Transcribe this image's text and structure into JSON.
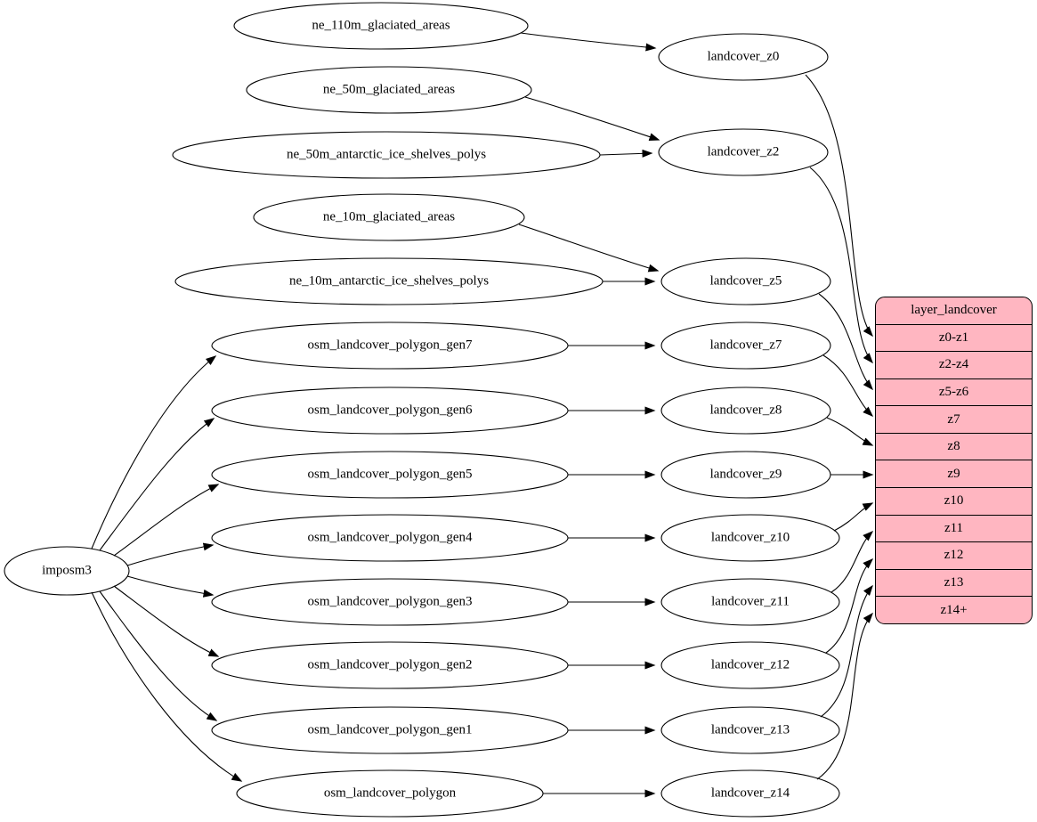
{
  "diagram": {
    "background": "#ffffff",
    "font_color": "#000000",
    "root": {
      "label": "imposm3"
    },
    "sources": [
      {
        "label": "ne_110m_glaciated_areas"
      },
      {
        "label": "ne_50m_glaciated_areas"
      },
      {
        "label": "ne_50m_antarctic_ice_shelves_polys"
      },
      {
        "label": "ne_10m_glaciated_areas"
      },
      {
        "label": "ne_10m_antarctic_ice_shelves_polys"
      },
      {
        "label": "osm_landcover_polygon_gen7"
      },
      {
        "label": "osm_landcover_polygon_gen6"
      },
      {
        "label": "osm_landcover_polygon_gen5"
      },
      {
        "label": "osm_landcover_polygon_gen4"
      },
      {
        "label": "osm_landcover_polygon_gen3"
      },
      {
        "label": "osm_landcover_polygon_gen2"
      },
      {
        "label": "osm_landcover_polygon_gen1"
      },
      {
        "label": "osm_landcover_polygon"
      }
    ],
    "intermediates": [
      {
        "label": "landcover_z0"
      },
      {
        "label": "landcover_z2"
      },
      {
        "label": "landcover_z5"
      },
      {
        "label": "landcover_z7"
      },
      {
        "label": "landcover_z8"
      },
      {
        "label": "landcover_z9"
      },
      {
        "label": "landcover_z10"
      },
      {
        "label": "landcover_z11"
      },
      {
        "label": "landcover_z12"
      },
      {
        "label": "landcover_z13"
      },
      {
        "label": "landcover_z14"
      }
    ],
    "table": {
      "title": "layer_landcover",
      "rows": [
        "z0-z1",
        "z2-z4",
        "z5-z6",
        "z7",
        "z8",
        "z9",
        "z10",
        "z11",
        "z12",
        "z13",
        "z14+"
      ],
      "fill": "#ffb6c1",
      "border_color": "#000000"
    },
    "edges": [
      {
        "from": "imposm3",
        "to": "osm_landcover_polygon_gen7"
      },
      {
        "from": "imposm3",
        "to": "osm_landcover_polygon_gen6"
      },
      {
        "from": "imposm3",
        "to": "osm_landcover_polygon_gen5"
      },
      {
        "from": "imposm3",
        "to": "osm_landcover_polygon_gen4"
      },
      {
        "from": "imposm3",
        "to": "osm_landcover_polygon_gen3"
      },
      {
        "from": "imposm3",
        "to": "osm_landcover_polygon_gen2"
      },
      {
        "from": "imposm3",
        "to": "osm_landcover_polygon_gen1"
      },
      {
        "from": "imposm3",
        "to": "osm_landcover_polygon"
      },
      {
        "from": "ne_110m_glaciated_areas",
        "to": "landcover_z0"
      },
      {
        "from": "ne_50m_glaciated_areas",
        "to": "landcover_z2"
      },
      {
        "from": "ne_50m_antarctic_ice_shelves_polys",
        "to": "landcover_z2"
      },
      {
        "from": "ne_10m_glaciated_areas",
        "to": "landcover_z5"
      },
      {
        "from": "ne_10m_antarctic_ice_shelves_polys",
        "to": "landcover_z5"
      },
      {
        "from": "osm_landcover_polygon_gen7",
        "to": "landcover_z7"
      },
      {
        "from": "osm_landcover_polygon_gen6",
        "to": "landcover_z8"
      },
      {
        "from": "osm_landcover_polygon_gen5",
        "to": "landcover_z9"
      },
      {
        "from": "osm_landcover_polygon_gen4",
        "to": "landcover_z10"
      },
      {
        "from": "osm_landcover_polygon_gen3",
        "to": "landcover_z11"
      },
      {
        "from": "osm_landcover_polygon_gen2",
        "to": "landcover_z12"
      },
      {
        "from": "osm_landcover_polygon_gen1",
        "to": "landcover_z13"
      },
      {
        "from": "osm_landcover_polygon",
        "to": "landcover_z14"
      },
      {
        "from": "landcover_z0",
        "to": "layer_landcover.z0-z1"
      },
      {
        "from": "landcover_z2",
        "to": "layer_landcover.z2-z4"
      },
      {
        "from": "landcover_z5",
        "to": "layer_landcover.z5-z6"
      },
      {
        "from": "landcover_z7",
        "to": "layer_landcover.z7"
      },
      {
        "from": "landcover_z8",
        "to": "layer_landcover.z8"
      },
      {
        "from": "landcover_z9",
        "to": "layer_landcover.z9"
      },
      {
        "from": "landcover_z10",
        "to": "layer_landcover.z10"
      },
      {
        "from": "landcover_z11",
        "to": "layer_landcover.z11"
      },
      {
        "from": "landcover_z12",
        "to": "layer_landcover.z12"
      },
      {
        "from": "landcover_z13",
        "to": "layer_landcover.z13"
      },
      {
        "from": "landcover_z14",
        "to": "layer_landcover.z14+"
      }
    ]
  }
}
